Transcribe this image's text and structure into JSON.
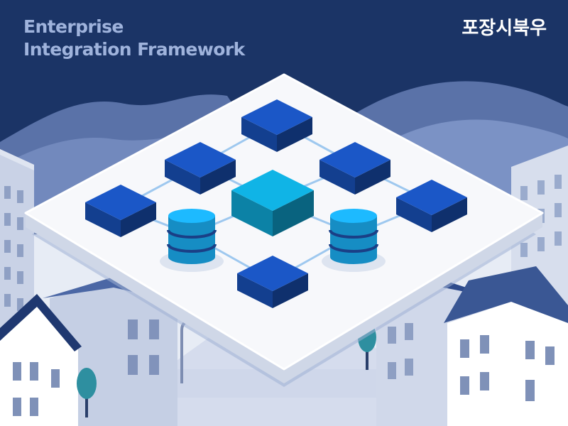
{
  "header": {
    "title_line1": "Enterprise",
    "title_line2": "Integration Framework",
    "org_label": "포장시북우"
  },
  "palette": {
    "sky": "#1b3466",
    "title_text": "#9fb3dc",
    "platform": "#f7f8fb",
    "node_blue": "#1b57c7",
    "node_hub": "#10b4e6",
    "database": "#1aa6e6",
    "connector": "#9ec8ef"
  },
  "icons": [
    "network-node-icon",
    "hub-node-icon",
    "database-icon",
    "building-icon",
    "tree-icon",
    "street-lamp-icon"
  ]
}
